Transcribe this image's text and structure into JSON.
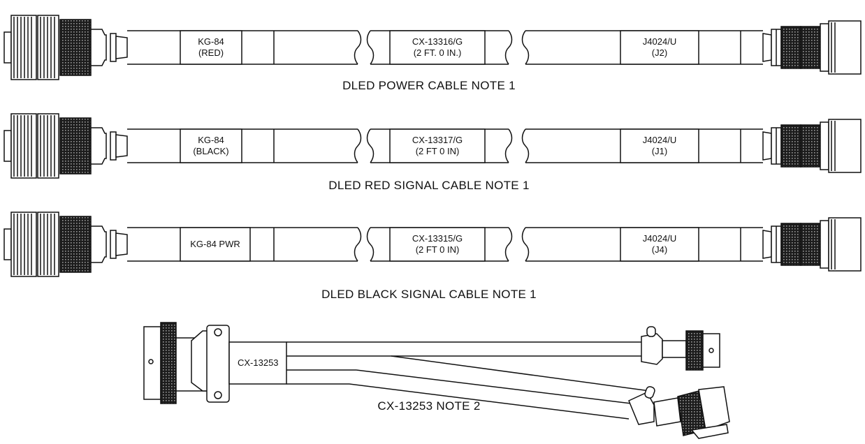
{
  "cables": [
    {
      "caption": "DLED POWER CABLE  NOTE 1",
      "labels": [
        {
          "line1": "KG-84",
          "line2": "(RED)"
        },
        {
          "line1": "CX-13316/G",
          "line2": "(2 FT. 0 IN.)"
        },
        {
          "line1": "J4024/U",
          "line2": "(J2)"
        }
      ]
    },
    {
      "caption": "DLED RED SIGNAL CABLE   NOTE 1",
      "labels": [
        {
          "line1": "KG-84",
          "line2": "(BLACK)"
        },
        {
          "line1": "CX-13317/G",
          "line2": "(2 FT 0 IN)"
        },
        {
          "line1": "J4024/U",
          "line2": "(J1)"
        }
      ]
    },
    {
      "caption": "DLED BLACK SIGNAL CABLE   NOTE 1",
      "labels": [
        {
          "line1": "KG-84 PWR",
          "line2": ""
        },
        {
          "line1": "CX-13315/G",
          "line2": "(2 FT 0 IN)"
        },
        {
          "line1": "J4024/U",
          "line2": "(J4)"
        }
      ]
    }
  ],
  "y_cable": {
    "label": "CX-13253",
    "caption": "CX-13253  NOTE 2"
  },
  "colors": {
    "ink": "#111111",
    "paper": "#ffffff",
    "knurl": "#2a2a2a"
  }
}
